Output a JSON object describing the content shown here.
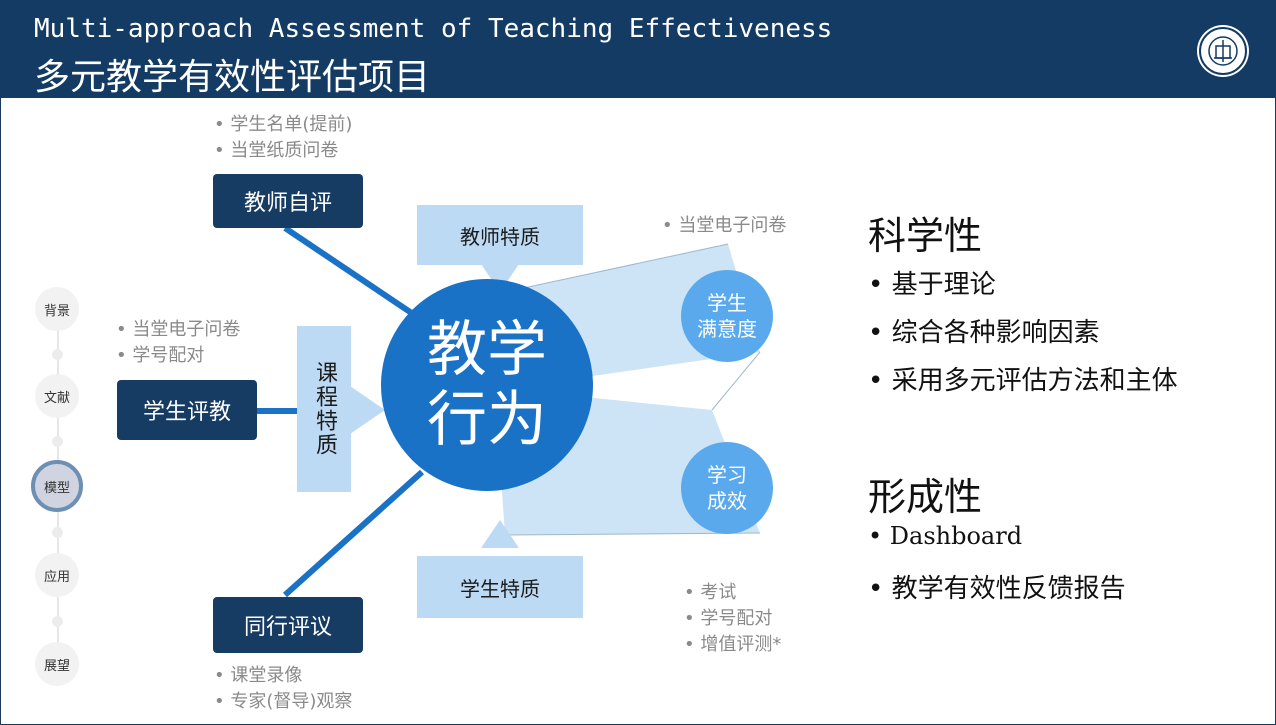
{
  "header": {
    "title_en": "Multi-approach Assessment of Teaching Effectiveness",
    "title_cn": "多元教学有效性评估项目"
  },
  "sidebar": {
    "items": [
      {
        "label": "背景"
      },
      {
        "label": "文献"
      },
      {
        "label": "模型",
        "active": true
      },
      {
        "label": "应用"
      },
      {
        "label": "展望"
      }
    ]
  },
  "diagram": {
    "center": {
      "line1": "教学",
      "line2": "行为"
    },
    "self_eval": {
      "label": "教师自评",
      "notes": [
        "•  学生名单(提前)",
        "•  当堂纸质问卷"
      ]
    },
    "student_eval": {
      "label": "学生评教",
      "notes": [
        "•  当堂电子问卷",
        "•  学号配对"
      ]
    },
    "peer_review": {
      "label": "同行评议",
      "notes": [
        "•  课堂录像",
        "•  专家(督导)观察"
      ]
    },
    "teacher_traits": "教师特质",
    "course_traits": "课程特质",
    "student_traits": "学生特质",
    "satisfaction": {
      "line1": "学生",
      "line2": "满意度",
      "note": "•  当堂电子问卷"
    },
    "outcome": {
      "line1": "学习",
      "line2": "成效",
      "notes": [
        "•  考试",
        "•  学号配对",
        "•  增值评测*"
      ]
    }
  },
  "right": {
    "scientific": {
      "heading": "科学性",
      "bullets": [
        "• 基于理论",
        "• 综合各种影响因素",
        "• 采用多元评估方法和主体"
      ]
    },
    "formative": {
      "heading": "形成性",
      "bullets": [
        "• Dashboard",
        "• 教学有效性反馈报告"
      ]
    }
  },
  "colors": {
    "header_bg": "#143b63",
    "dark_box": "#173c63",
    "light_box": "#bcdaf3",
    "center_circle": "#1a72c7",
    "small_circle": "#5aa9ec",
    "connector": "#1a72c7"
  }
}
